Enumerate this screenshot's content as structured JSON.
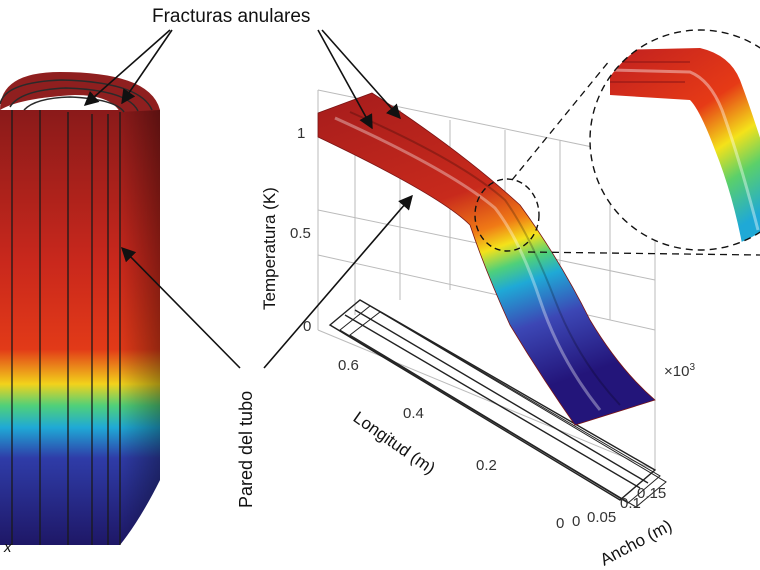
{
  "labels": {
    "fractures": "Fracturas anulares",
    "pipe_wall": "Pared del tubo",
    "x_axis_marker": "x"
  },
  "plot": {
    "z_label": "Temperatura (K)",
    "z_ticks": [
      "1",
      "0.5",
      "0"
    ],
    "y_label": "Longitud  (m)",
    "y_ticks": [
      "0.6",
      "0.4",
      "0.2",
      "0"
    ],
    "x_label": "Ancho (m)",
    "x_ticks": [
      "0",
      "0.05",
      "0.1",
      "0.15"
    ],
    "scale_prefix": "×10",
    "scale_exp": "3"
  },
  "colors": {
    "hot": "#b01e1e",
    "warm": "#e03a16",
    "mid": "#f4e21a",
    "cool": "#1fa9d6",
    "cold": "#20156b"
  }
}
